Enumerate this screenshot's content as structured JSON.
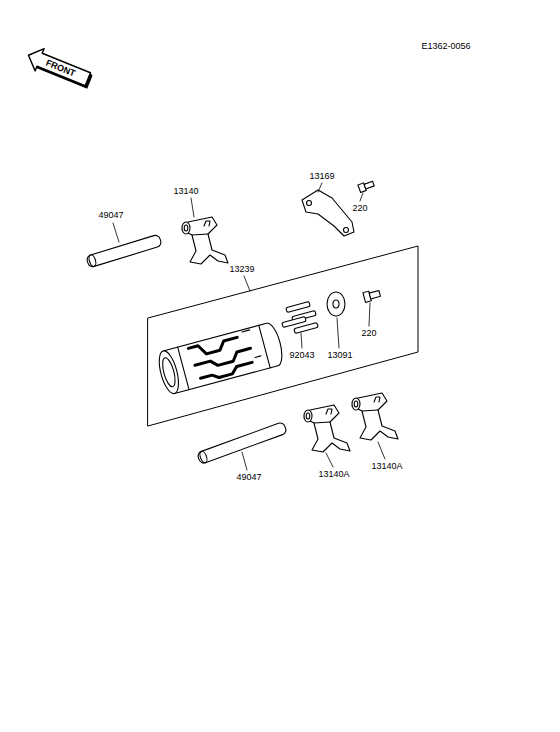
{
  "diagram": {
    "labels": [
      "E1362-0056",
      "FRONT",
      "49047",
      "13140",
      "13169",
      "220",
      "13239",
      "92043",
      "13091",
      "220",
      "49047",
      "13140A",
      "13140A"
    ]
  }
}
